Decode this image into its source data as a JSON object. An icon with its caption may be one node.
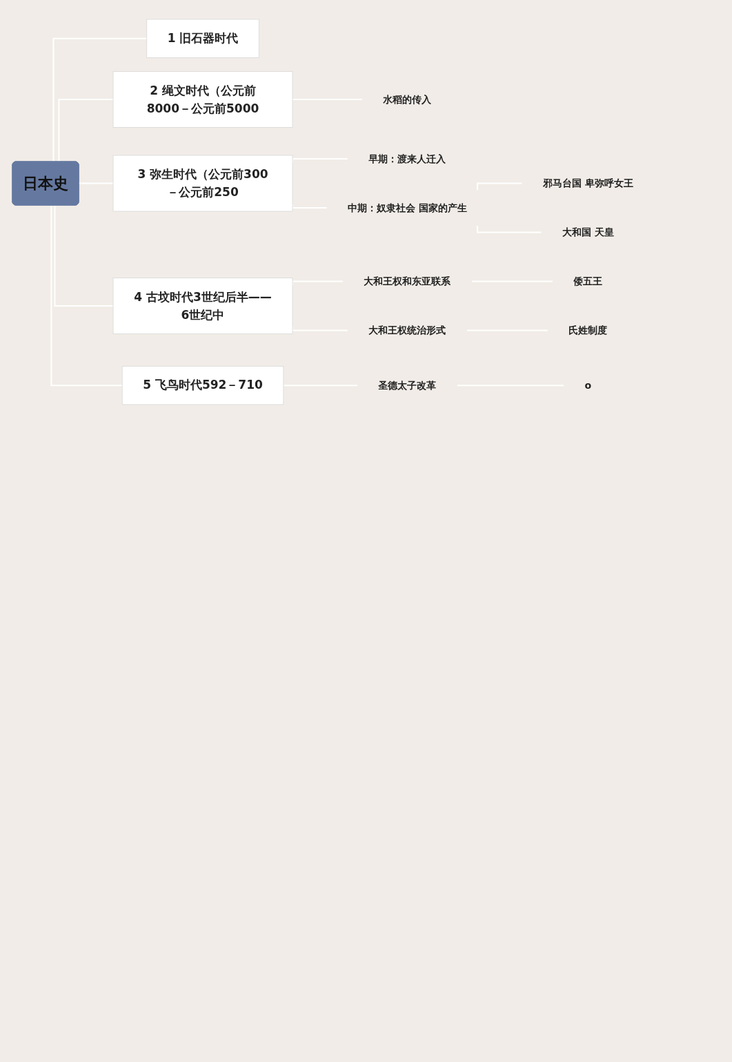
{
  "diagram": {
    "nodes": [
      {
        "text": [
          "日本史"
        ]
      },
      {
        "text": [
          "1",
          "旧石器时代"
        ]
      },
      {
        "text": [
          "2",
          "绳文时代（公元前8000－公元前5000"
        ]
      },
      {
        "text": [
          "水稻的传入"
        ]
      },
      {
        "text": [
          "3",
          "弥生时代（公元前300－公元前250"
        ]
      },
      {
        "text": [
          "早期：渡来人迁入"
        ]
      },
      {
        "text": [
          "中期：奴隶社会 国家的产生"
        ]
      },
      {
        "text": [
          "邪马台国 卑弥呼女王"
        ]
      },
      {
        "text": [
          "大和国 天皇"
        ]
      },
      {
        "text": [
          "4",
          "古坟时代3世纪后半——6世纪中"
        ]
      },
      {
        "text": [
          "大和王权和东亚联系"
        ]
      },
      {
        "text": [
          "倭五王"
        ]
      },
      {
        "text": [
          "大和王权统治形式"
        ]
      },
      {
        "text": [
          "氏姓制度"
        ]
      },
      {
        "text": [
          "5",
          "飞鸟时代592－710"
        ]
      },
      {
        "text": [
          "圣德太子改革"
        ]
      },
      {
        "text": [
          "o"
        ]
      }
    ],
    "edges": [
      {
        "from": 0,
        "to": 1,
        "arrow": "none"
      },
      {
        "from": 0,
        "to": 2,
        "arrow": "none"
      },
      {
        "from": 2,
        "to": 3,
        "arrow": "none"
      },
      {
        "from": 0,
        "to": 4,
        "arrow": "none"
      },
      {
        "from": 4,
        "to": 5,
        "arrow": "none"
      },
      {
        "from": 4,
        "to": 6,
        "arrow": "none"
      },
      {
        "from": 6,
        "to": 7,
        "arrow": "none"
      },
      {
        "from": 6,
        "to": 8,
        "arrow": "none"
      },
      {
        "from": 0,
        "to": 9,
        "arrow": "none"
      },
      {
        "from": 9,
        "to": 10,
        "arrow": "none"
      },
      {
        "from": 10,
        "to": 11,
        "arrow": "none"
      },
      {
        "from": 9,
        "to": 12,
        "arrow": "none"
      },
      {
        "from": 12,
        "to": 13,
        "arrow": "none"
      },
      {
        "from": 0,
        "to": 14,
        "arrow": "none"
      },
      {
        "from": 14,
        "to": 15,
        "arrow": "none"
      },
      {
        "from": 15,
        "to": 16,
        "arrow": "none"
      }
    ]
  }
}
